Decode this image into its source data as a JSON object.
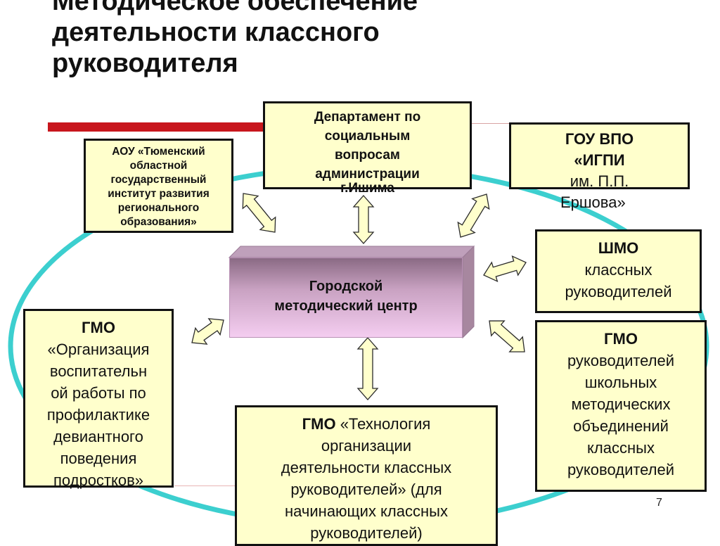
{
  "title": {
    "line1": "Методическое обеспечение",
    "line2": "деятельности классного",
    "line3": "руководителя"
  },
  "center": {
    "line1": "Городской",
    "line2": "методический центр"
  },
  "boxes": {
    "aou": {
      "lines": [
        "АОУ «Тюменский",
        "областной",
        "государственный",
        "институт развития",
        "регионального",
        "образования»"
      ]
    },
    "department": {
      "lines": [
        "Департамент по",
        "социальным",
        "вопросам",
        "администрации",
        "г.Ишима"
      ]
    },
    "gou": {
      "bold_lines": [
        "ГОУ ВПО",
        "«ИГПИ"
      ],
      "lines": [
        "им. П.П.",
        "Ершова»"
      ]
    },
    "shmo": {
      "bold": "ШМО",
      "lines": [
        "классных",
        "руководителей"
      ]
    },
    "gmo_left": {
      "bold": "ГМО",
      "lines": [
        "«Организация",
        "воспитательн",
        "ой работы по",
        "профилактике",
        "девиантного",
        "поведения",
        "подростков»"
      ]
    },
    "gmo_right": {
      "bold": "ГМО",
      "lines": [
        "руководителей",
        "школьных",
        "методических",
        "объединений",
        "классных",
        "руководителей"
      ]
    },
    "gmo_bottom": {
      "bold": "ГМО",
      "first_rest": " «Технология",
      "lines": [
        "организации",
        "деятельности классных",
        "руководителей» (для",
        "начинающих классных",
        "руководителей)"
      ]
    }
  },
  "colors": {
    "box_fill": "#ffffcc",
    "ellipse": "#3ccfcf",
    "arrow_fill": "#ffffcc",
    "accent_red": "#c8161d"
  },
  "page_number": "7"
}
